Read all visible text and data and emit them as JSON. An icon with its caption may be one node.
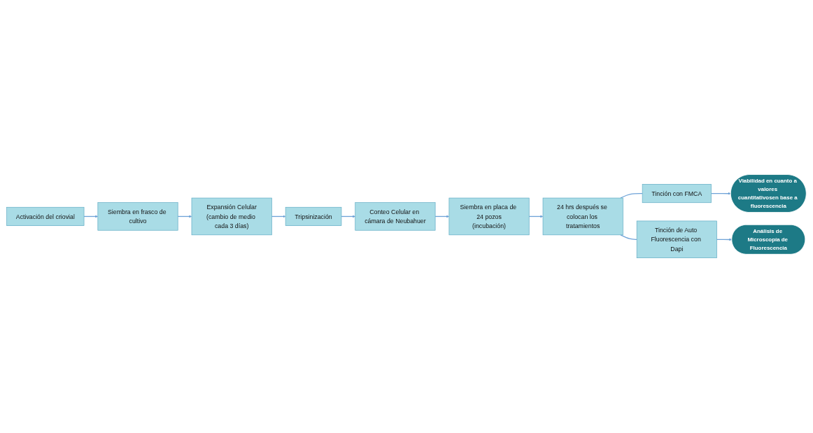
{
  "diagram": {
    "nodes": [
      {
        "text": [
          "Activación del criovial"
        ]
      },
      {
        "text": [
          "Siembra en frasco de cultivo"
        ]
      },
      {
        "text": [
          "Expansión Celular",
          "(cambio de medio cada 3 días)"
        ]
      },
      {
        "text": [
          "Tripsinización"
        ]
      },
      {
        "text": [
          "Conteo Celular en cámara de Neubahuer"
        ]
      },
      {
        "text": [
          "Siembra en placa de 24 pozos",
          "(incubación)"
        ]
      },
      {
        "text": [
          "24 hrs después se colocan los tratamientos"
        ]
      },
      {
        "text": [
          "Tinción con FMCA"
        ]
      },
      {
        "text": [
          "Viabilidad en cuanto a valores cuantitativosen base a fluorescencia"
        ]
      },
      {
        "text": [
          "Tinción de Auto Fluorescencia con Dapi"
        ]
      },
      {
        "text": [
          "Análisis de Microscopía de Fluorescencia"
        ]
      }
    ],
    "edges": [
      {
        "from": 0,
        "to": 1,
        "arrow": "to"
      },
      {
        "from": 1,
        "to": 2,
        "arrow": "to"
      },
      {
        "from": 2,
        "to": 3,
        "arrow": "to"
      },
      {
        "from": 3,
        "to": 4,
        "arrow": "to"
      },
      {
        "from": 4,
        "to": 5,
        "arrow": "to"
      },
      {
        "from": 5,
        "to": 6,
        "arrow": "to"
      },
      {
        "from": 6,
        "to": 7,
        "arrow": "none"
      },
      {
        "from": 6,
        "to": 9,
        "arrow": "none"
      },
      {
        "from": 7,
        "to": 8,
        "arrow": "to"
      },
      {
        "from": 9,
        "to": 10,
        "arrow": "to"
      }
    ]
  }
}
